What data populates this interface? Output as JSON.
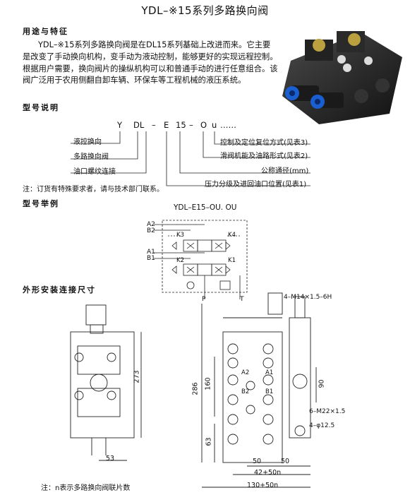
{
  "title": "YDL–※15系列多路换向阀",
  "sections": {
    "usage": "用途与特征",
    "model_desc": "型号说明",
    "model_example": "型号举例",
    "dimensions": "外形安装连接尺寸"
  },
  "intro_text": "YDL–※15系列多路换向阀是在DL15系列基础上改进而来。它主要是改变了手动换向机构，变手动为液动控制，能够更好的实现远程控制。根据用户需要，换向阀片的操纵机构可以和普通手动的进行任意组合。该阀广泛用于农用侧翻自卸车辆、环保车等工程机械的液压系统。",
  "model_code": {
    "chars": [
      "Y",
      "DL",
      "–",
      "E",
      "15",
      "–",
      "O",
      "u",
      "……"
    ],
    "left_labels": [
      "液控换向",
      "多路换向阀",
      "油口螺纹连接"
    ],
    "right_labels": [
      "控制及定位复位方式(见表3)",
      "滑阀机能及油路形式(见表2)",
      "公称通径(mm)",
      "压力分级及进回油口位置(见表1)"
    ],
    "note": "注：订货有特殊要求者，请与技术部门联系。"
  },
  "example": {
    "model": "YDL–E15–OU. OU",
    "ports": [
      "A2",
      "B2",
      "A1",
      "B1",
      "P",
      "T",
      "K1",
      "K2",
      "K3",
      "K4"
    ]
  },
  "dims": {
    "thread_callout": "4–M14×1.5–6H",
    "d273": "273",
    "d286": "286",
    "d160": "160",
    "d63": "63",
    "d53": "53",
    "d50a": "50",
    "d50b": "50",
    "d90": "90",
    "d42n": "42+50n",
    "d130n": "130+50n",
    "m22": "6–M22×1.5",
    "hole": "4–φ12.5",
    "ports": [
      "A2",
      "A1",
      "B2",
      "B1"
    ]
  },
  "footer_note": "注：n表示多路换向阀联片数"
}
